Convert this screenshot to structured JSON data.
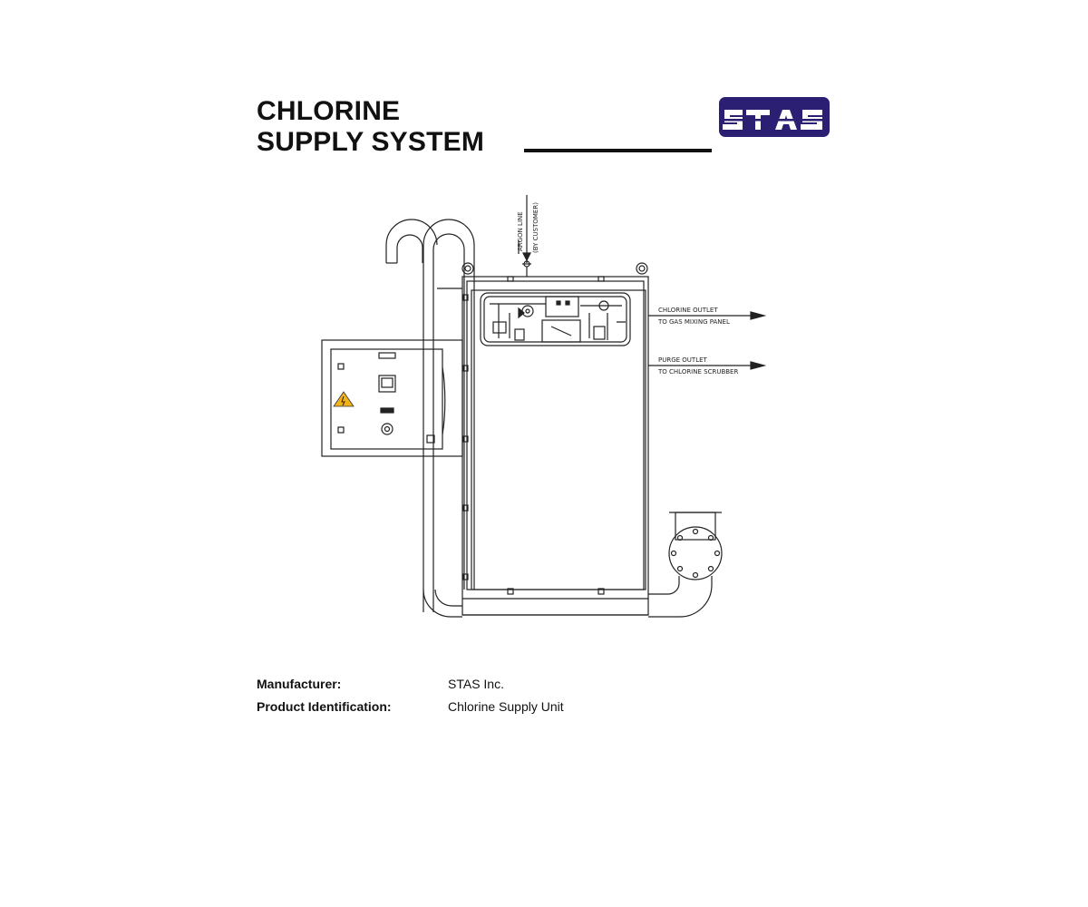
{
  "title": {
    "line1": "CHLORINE",
    "line2": "SUPPLY SYSTEM"
  },
  "logo": {
    "text": "STAS",
    "color": "#2b1f73"
  },
  "drawing": {
    "argon_line": "ARGON LINE",
    "argon_by": "(BY CUSTOMER)",
    "chlorine_outlet": "CHLORINE OUTLET",
    "chlorine_outlet_to": "TO GAS MIXING PANEL",
    "purge_outlet": "PURGE OUTLET",
    "purge_outlet_to": "TO CHLORINE SCRUBBER"
  },
  "info": [
    {
      "label": "Manufacturer:",
      "value": "STAS Inc."
    },
    {
      "label": "Product Identification:",
      "value": "Chlorine Supply Unit"
    }
  ]
}
